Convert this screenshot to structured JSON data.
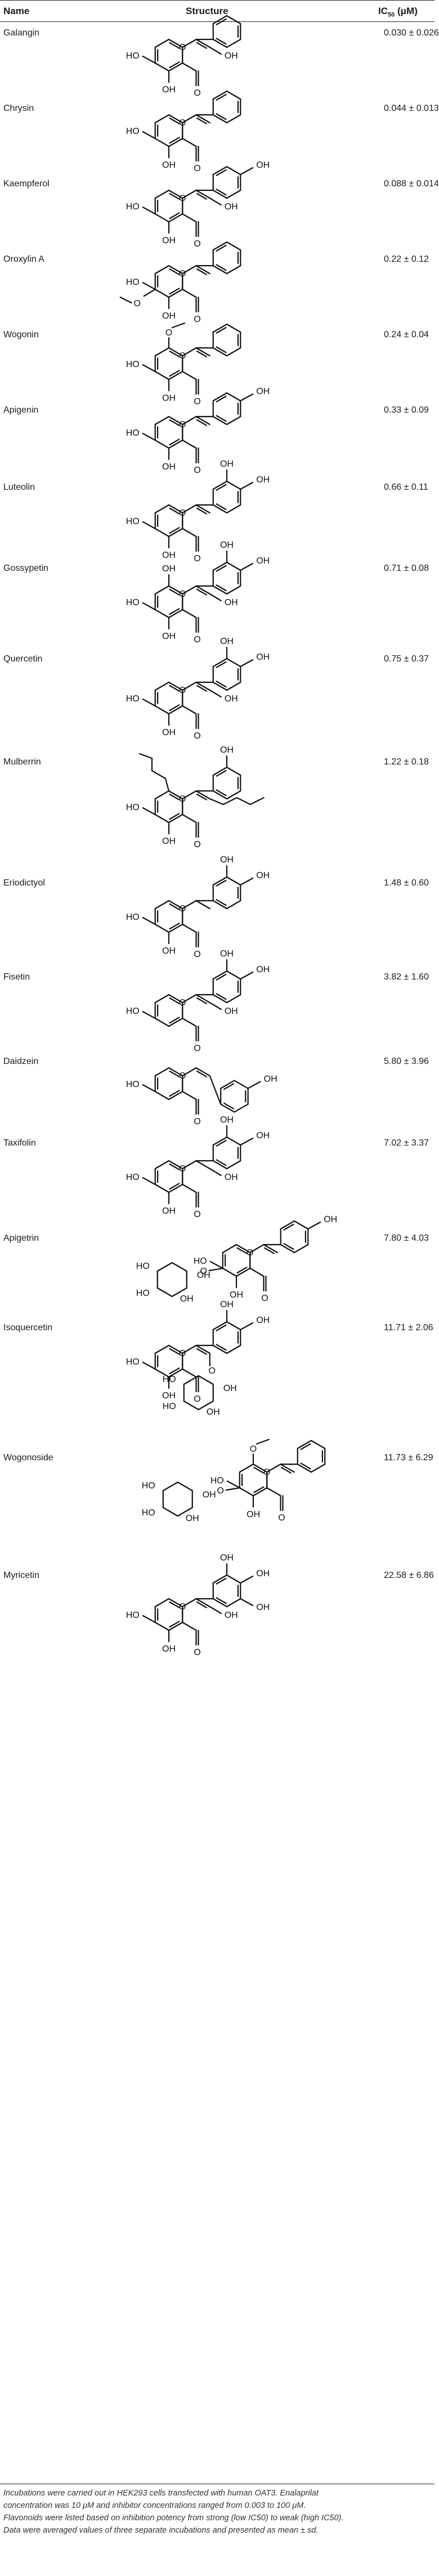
{
  "table": {
    "headers": {
      "name": "Name",
      "structure": "Structure",
      "ic50_main": "IC",
      "ic50_sub": "50",
      "ic50_unit": " (μM)"
    },
    "rows": [
      {
        "name": "Galangin",
        "ic50": "0.030 ± 0.026"
      },
      {
        "name": "Chrysin",
        "ic50": "0.044 ± 0.013"
      },
      {
        "name": "Kaempferol",
        "ic50": "0.088 ± 0.014"
      },
      {
        "name": "Oroxylin A",
        "ic50": "0.22 ± 0.12"
      },
      {
        "name": "Wogonin",
        "ic50": "0.24 ± 0.04"
      },
      {
        "name": "Apigenin",
        "ic50": "0.33 ± 0.09"
      },
      {
        "name": "Luteolin",
        "ic50": "0.66 ± 0.11"
      },
      {
        "name": "Gossypetin",
        "ic50": "0.71 ± 0.08"
      },
      {
        "name": "Quercetin",
        "ic50": "0.75 ± 0.37"
      },
      {
        "name": "Mulberrin",
        "ic50": "1.22 ± 0.18"
      },
      {
        "name": "Eriodictyol",
        "ic50": "1.48 ± 0.60"
      },
      {
        "name": "Fisetin",
        "ic50": "3.82 ± 1.60"
      },
      {
        "name": "Daidzein",
        "ic50": "5.80 ± 3.96"
      },
      {
        "name": "Taxifolin",
        "ic50": "7.02 ± 3.37"
      },
      {
        "name": "Apigetrin",
        "ic50": "7.80 ± 4.03"
      },
      {
        "name": "Isoquercetin",
        "ic50": "11.71 ± 2.06"
      },
      {
        "name": "Wogonoside",
        "ic50": "11.73 ± 6.29"
      },
      {
        "name": "Myricetin",
        "ic50": "22.58 ± 6.86"
      }
    ]
  },
  "labels": {
    "ho": "HO",
    "oh": "OH",
    "o": "O",
    "och3": "O"
  },
  "footnote": {
    "line1": "Incubations were carried out in HEK293 cells transfected with human OAT3. Enalaprilat",
    "line2": "concentration was 10 μM and inhibitor concentrations ranged from 0.003 to 100 μM.",
    "line3": "Flavonoids were listed based on inhibition potency from strong (low IC50) to weak (high IC50).",
    "line4": "Data were averaged values of three separate incubations and presented as mean ± sd."
  }
}
